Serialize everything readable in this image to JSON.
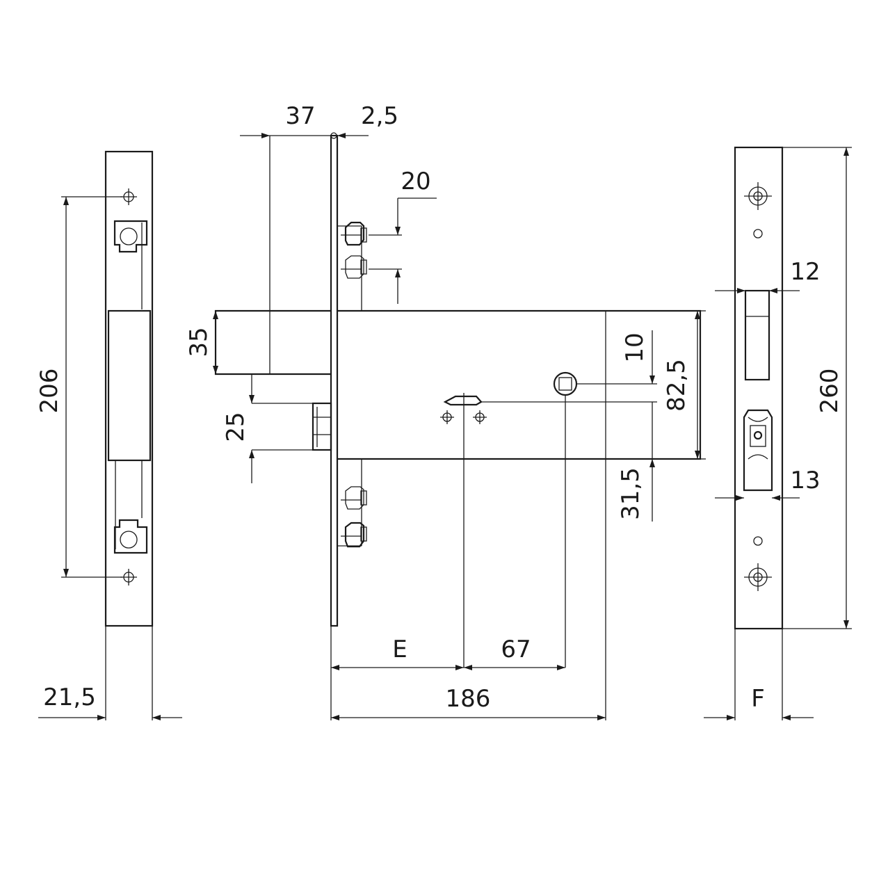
{
  "dimensions": {
    "backset_37": "37",
    "faceplate_2_5": "2,5",
    "deadbolt_offset_20": "20",
    "latch_height_35": "35",
    "cylinder_height_25": "25",
    "spindle_offset_10": "10",
    "case_height_82_5": "82,5",
    "bottom_offset_31_5": "31,5",
    "strike_length_206": "206",
    "strike_width_21_5": "21,5",
    "faceplate_length_260": "260",
    "bolt_width_12": "12",
    "latch_width_13": "13",
    "backset_e": "E",
    "center_distance_67": "67",
    "case_depth_186": "186",
    "faceplate_width_f": "F"
  },
  "colors": {
    "line": "#1a1a1a",
    "background": "#ffffff"
  },
  "icons": {
    "arrow": "arrowhead",
    "screw": "crosshair-screw-hole"
  }
}
